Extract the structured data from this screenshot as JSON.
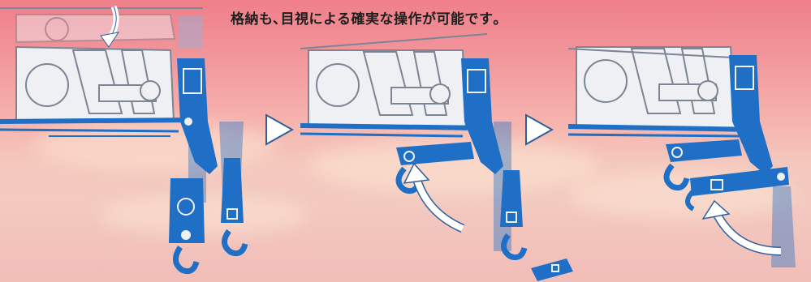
{
  "caption": "格納も､目視による確実な操作が可能です｡",
  "colors": {
    "crane_blue": "#1f6fc6",
    "crane_blue_light": "#8fb3de",
    "body_white": "#eef0f4",
    "outline": "#7b8594",
    "arrow_fill": "#ffffff",
    "arrow_stroke": "#2f5f9a"
  },
  "steps": [
    {
      "name": "step-1",
      "icon": "crane-hook-stowed-icon"
    },
    {
      "name": "step-2",
      "icon": "crane-hook-swing-icon"
    },
    {
      "name": "step-3",
      "icon": "crane-hook-extended-icon"
    }
  ],
  "step_arrow_icon": "triangle-right-icon"
}
